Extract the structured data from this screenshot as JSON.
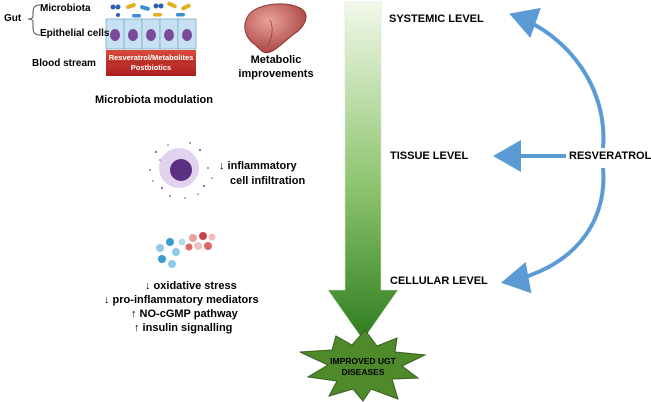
{
  "gut": {
    "label": "Gut",
    "microbiota": "Microbiota",
    "epithelial": "Epithelial cells",
    "blood": "Blood stream",
    "band_line1": "Resveratrol/Metabolites",
    "band_line2": "Postbiotics",
    "caption": "Microbiota modulation"
  },
  "liver": {
    "line1": "Metabolic",
    "line2": "improvements"
  },
  "tissue_effect": {
    "line1": "↓ inflammatory",
    "line2": "cell infiltration"
  },
  "cellular_effects": [
    "↓ oxidative stress",
    "↓ pro-inflammatory mediators",
    "↑ NO-cGMP pathway",
    "↑ insulin signalling"
  ],
  "levels": {
    "systemic": "SYSTEMIC LEVEL",
    "tissue": "TISSUE LEVEL",
    "cellular": "CELLULAR LEVEL"
  },
  "resveratrol": "RESVERATROL",
  "outcome": {
    "line1": "IMPROVED UGT",
    "line2": "DISEASES"
  },
  "colors": {
    "arrow_top": "#eef6e4",
    "arrow_bottom": "#2f7d1f",
    "star": "#4e8a2a",
    "side_arrows": "#5b9bd5",
    "liver": "#b5524e",
    "cells": "#c6e2f2",
    "nucleus": "#7b4a9c",
    "blood": "#c8322d"
  }
}
